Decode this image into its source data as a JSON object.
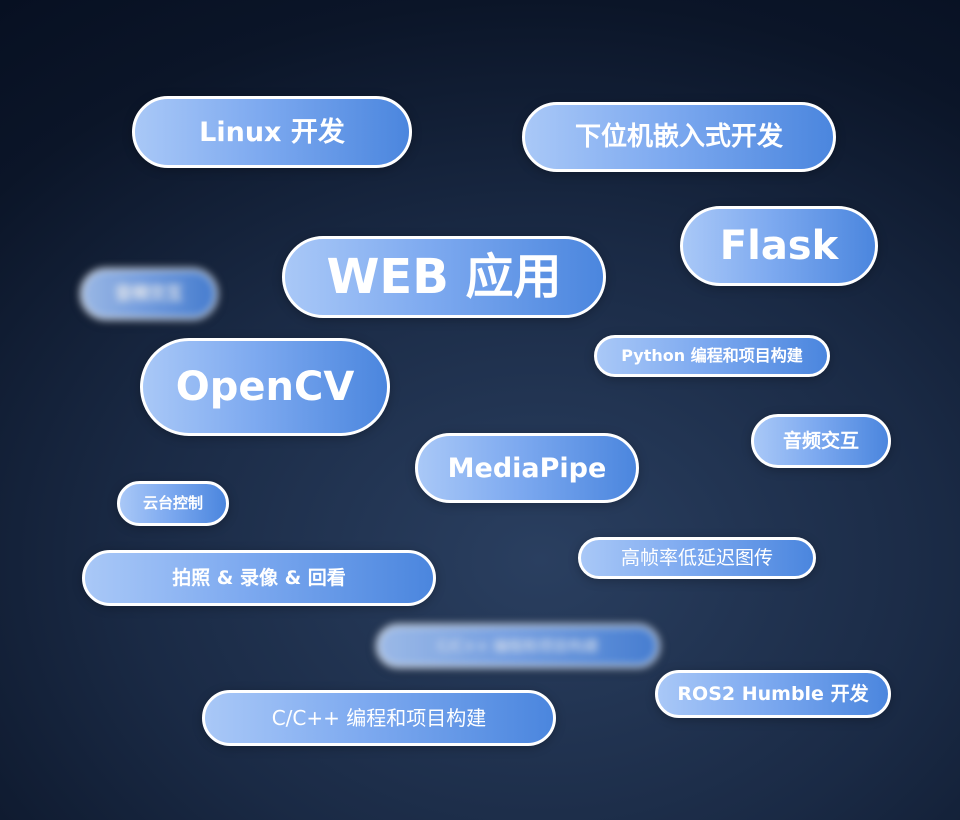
{
  "tags": {
    "linux": "Linux 开发",
    "embedded": "下位机嵌入式开发",
    "flask": "Flask",
    "web": "WEB 应用",
    "audio_blur": "音频交互",
    "opencv": "OpenCV",
    "python": "Python 编程和项目构建",
    "audio": "音频交互",
    "mediapipe": "MediaPipe",
    "gimbal": "云台控制",
    "photo": "拍照 & 录像 & 回看",
    "lowlatency": "高帧率低延迟图传",
    "cpp_blur": "C/C++ 编程和项目构建",
    "ros2": "ROS2 Humble 开发",
    "cpp": "C/C++ 编程和项目构建"
  },
  "colors": {
    "background": "#0b1528",
    "pill_start": "#a9c8f7",
    "pill_end": "#4b86de",
    "pill_border": "#ffffff"
  }
}
